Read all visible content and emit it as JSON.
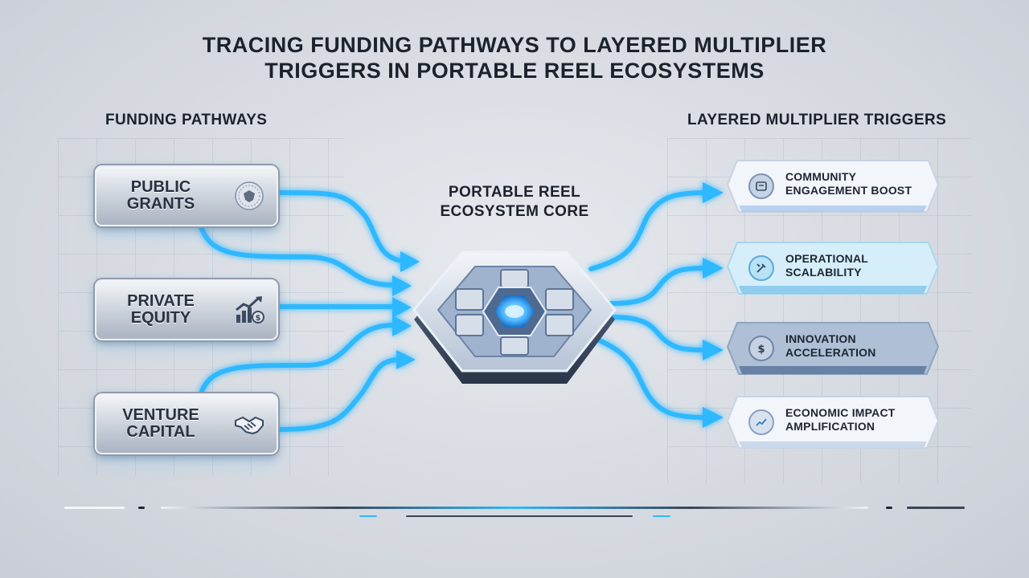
{
  "title": {
    "line1": "TRACING FUNDING PATHWAYS TO LAYERED MULTIPLIER",
    "line2": "TRIGGERS IN PORTABLE REEL ECOSYSTEMS"
  },
  "left_section": {
    "heading": "FUNDING PATHWAYS",
    "items": [
      {
        "label": "PUBLIC GRANTS",
        "icon": "seal-icon"
      },
      {
        "label": "PRIVATE EQUITY",
        "icon": "growth-chart-icon"
      },
      {
        "label": "VENTURE CAPITAL",
        "icon": "handshake-icon"
      }
    ]
  },
  "core": {
    "label": "PORTABLE REEL ECOSYSTEM CORE"
  },
  "right_section": {
    "heading": "LAYERED MULTIPLIER TRIGGERS",
    "items": [
      {
        "label": "COMMUNITY ENGAGEMENT BOOST",
        "icon": "community-icon"
      },
      {
        "label": "OPERATIONAL SCALABILITY",
        "icon": "tools-icon"
      },
      {
        "label": "INNOVATION ACCELERATION",
        "icon": "dollar-icon"
      },
      {
        "label": "ECONOMIC IMPACT AMPLIFICATION",
        "icon": "trend-line-icon"
      }
    ]
  },
  "colors": {
    "arrow": "#2fb8ff",
    "arrow_glow": "#9fe0ff",
    "background": "#d9dde3",
    "text": "#1c222c"
  }
}
